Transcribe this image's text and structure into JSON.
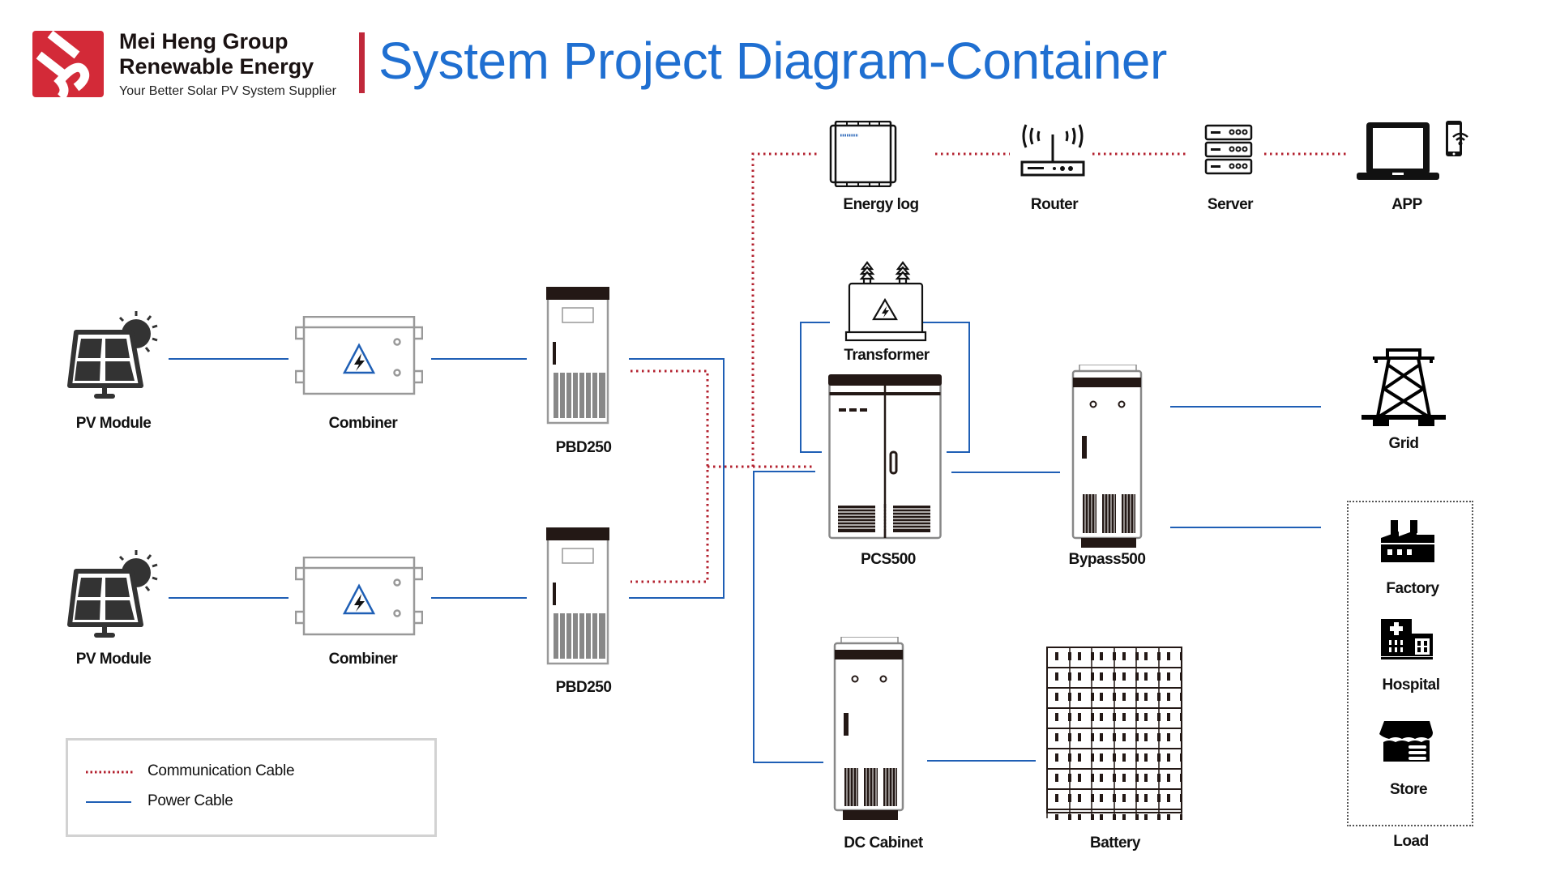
{
  "header": {
    "company_line1": "Mei Heng Group",
    "company_line2": "Renewable Energy",
    "tagline": "Your Better Solar PV System Supplier",
    "title": "System Project Diagram-Container"
  },
  "colors": {
    "power_cable": "#1f5fb5",
    "communication_cable": "#b3202e",
    "title": "#1f6fd1",
    "logo": "#d32a38"
  },
  "monitoring": [
    {
      "id": "energy-log",
      "label": "Energy log",
      "icon": "datalogger-icon"
    },
    {
      "id": "router",
      "label": "Router",
      "icon": "router-icon"
    },
    {
      "id": "server",
      "label": "Server",
      "icon": "server-icon"
    },
    {
      "id": "app",
      "label": "APP",
      "icon": "laptop-phone-icon"
    }
  ],
  "pv_strings": [
    {
      "module_label": "PV Module",
      "combiner_label": "Combiner",
      "pbd_label": "PBD250"
    },
    {
      "module_label": "PV Module",
      "combiner_label": "Combiner",
      "pbd_label": "PBD250"
    }
  ],
  "center": {
    "transformer_label": "Transformer",
    "pcs_label": "PCS500",
    "bypass_label": "Bypass500",
    "dc_cabinet_label": "DC Cabinet",
    "battery_label": "Battery"
  },
  "outputs": {
    "grid_label": "Grid",
    "load_label": "Load",
    "loads": [
      {
        "label": "Factory",
        "icon": "factory-icon"
      },
      {
        "label": "Hospital",
        "icon": "hospital-icon"
      },
      {
        "label": "Store",
        "icon": "store-icon"
      }
    ]
  },
  "legend": {
    "communication": "Communication Cable",
    "power": "Power Cable"
  }
}
